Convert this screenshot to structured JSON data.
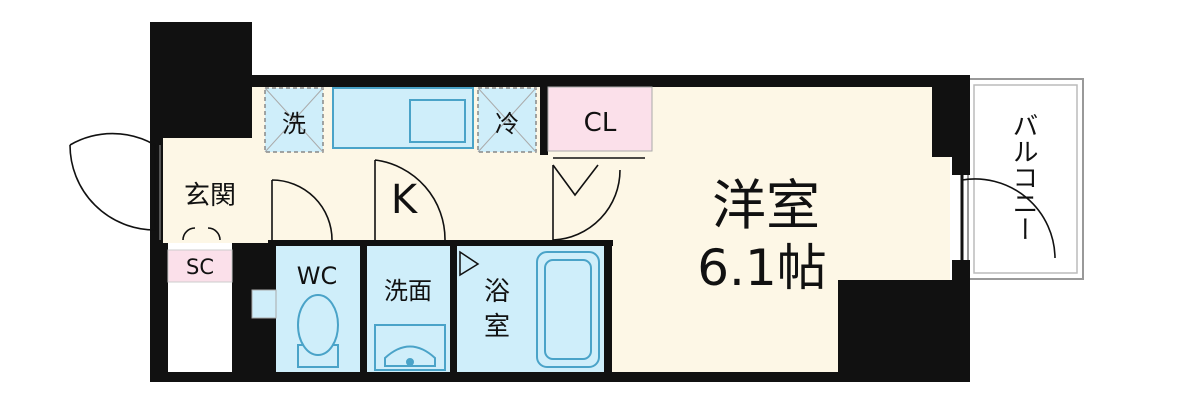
{
  "rooms": {
    "washer": "洗",
    "fridge": "冷",
    "closet": "CL",
    "bedroom_name": "洋室",
    "bedroom_size": "6.1帖",
    "entrance": "玄関",
    "kitchen": "K",
    "shoe_closet": "SC",
    "toilet": "WC",
    "washroom": "洗面",
    "bath_line1": "浴",
    "bath_line2": "室",
    "balcony": "バルコニー"
  },
  "colors": {
    "wall": "#111111",
    "floor": "#fdf7e6",
    "wet_area": "#cfeefa",
    "closet": "#fbe0ea",
    "fixture_stroke": "#4aa3c8"
  }
}
